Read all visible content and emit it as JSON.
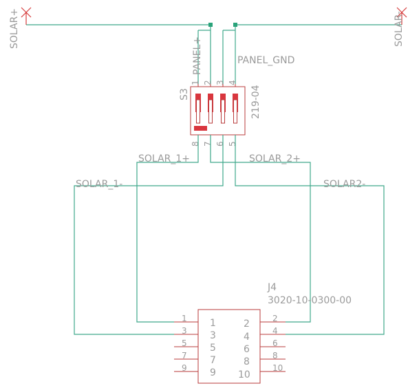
{
  "colors": {
    "wire": "#3ea88a",
    "component_outline": "#b83a3a",
    "switch_fill": "#d9363e",
    "label_text": "#9a9a9a",
    "unconnected_mark": "#d63b3b",
    "junction": "#2aa37a"
  },
  "supply_labels": {
    "solar_pos": "SOLAR+",
    "solar_neg": "SOLAR-"
  },
  "nets": {
    "panel_pos": "PANEL+",
    "panel_gnd": "PANEL_GND",
    "solar_1_pos": "SOLAR_1+",
    "solar_1_neg": "SOLAR_1-",
    "solar_2_pos": "SOLAR_2+",
    "solar_2_neg": "SOLAR2-"
  },
  "switch": {
    "name": "S3",
    "value": "219-04",
    "pins_top": [
      "1",
      "2",
      "3",
      "4"
    ],
    "pins_bottom": [
      "8",
      "7",
      "6",
      "5"
    ]
  },
  "connector": {
    "name": "J4",
    "value": "3020-10-0300-00",
    "left_pins": [
      "1",
      "3",
      "5",
      "7",
      "9"
    ],
    "right_pins": [
      "2",
      "4",
      "6",
      "8",
      "10"
    ]
  }
}
